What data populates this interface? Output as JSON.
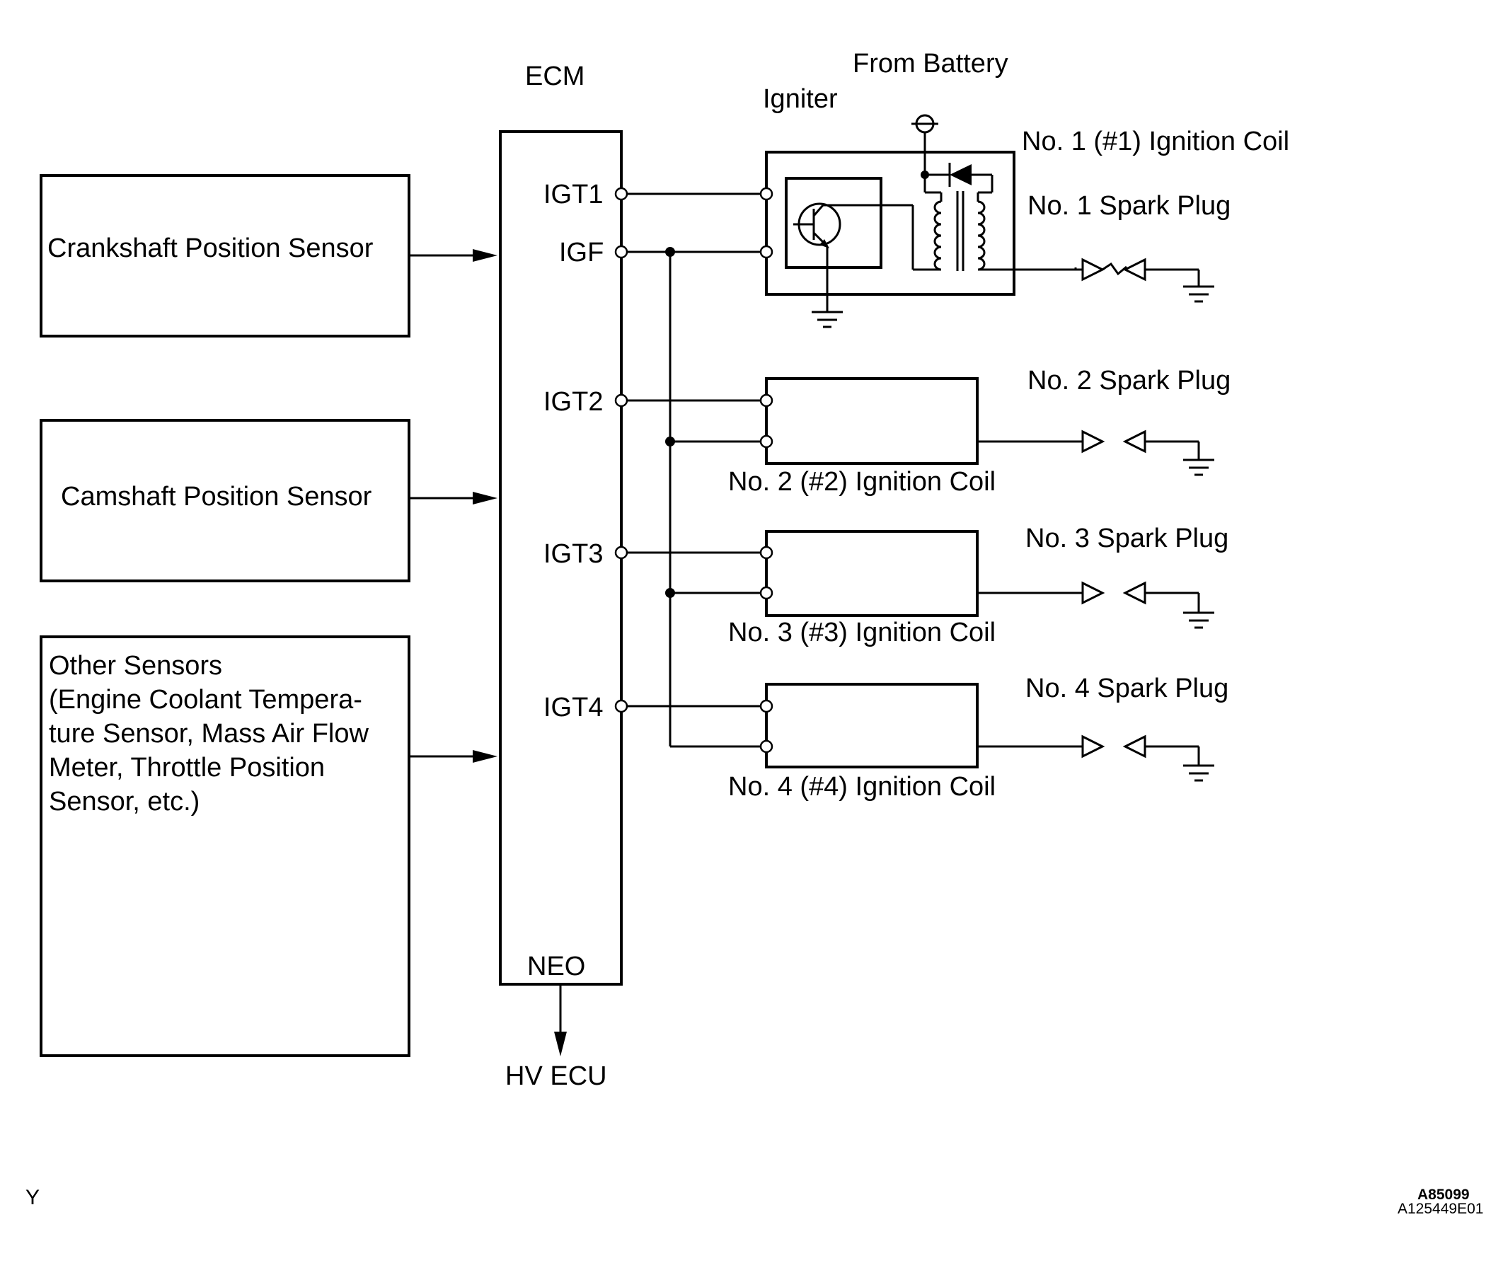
{
  "ecm": {
    "title": "ECM",
    "pins": {
      "igt1": "IGT1",
      "igf": "IGF",
      "igt2": "IGT2",
      "igt3": "IGT3",
      "igt4": "IGT4",
      "neo": "NEO"
    }
  },
  "sensors": {
    "crankshaft": "Crankshaft Position Sensor",
    "camshaft": "Camshaft Position Sensor",
    "other_lines": [
      "Other Sensors",
      "(Engine Coolant Tempera-",
      "ture Sensor, Mass Air Flow",
      "Meter, Throttle Position",
      "Sensor, etc.)"
    ]
  },
  "labels": {
    "from_battery": "From Battery",
    "igniter": "Igniter",
    "coil1": "No. 1 (#1) Ignition Coil",
    "coil2": "No. 2 (#2) Ignition Coil",
    "coil3": "No. 3 (#3) Ignition Coil",
    "coil4": "No. 4 (#4) Ignition Coil",
    "plug1": "No. 1 Spark Plug",
    "plug2": "No. 2 Spark Plug",
    "plug3": "No. 3 Spark Plug",
    "plug4": "No. 4 Spark Plug",
    "hv_ecu": "HV ECU"
  },
  "footer": {
    "left_mark": "Y",
    "code_top": "A85099",
    "code_bottom": "A125449E01"
  }
}
